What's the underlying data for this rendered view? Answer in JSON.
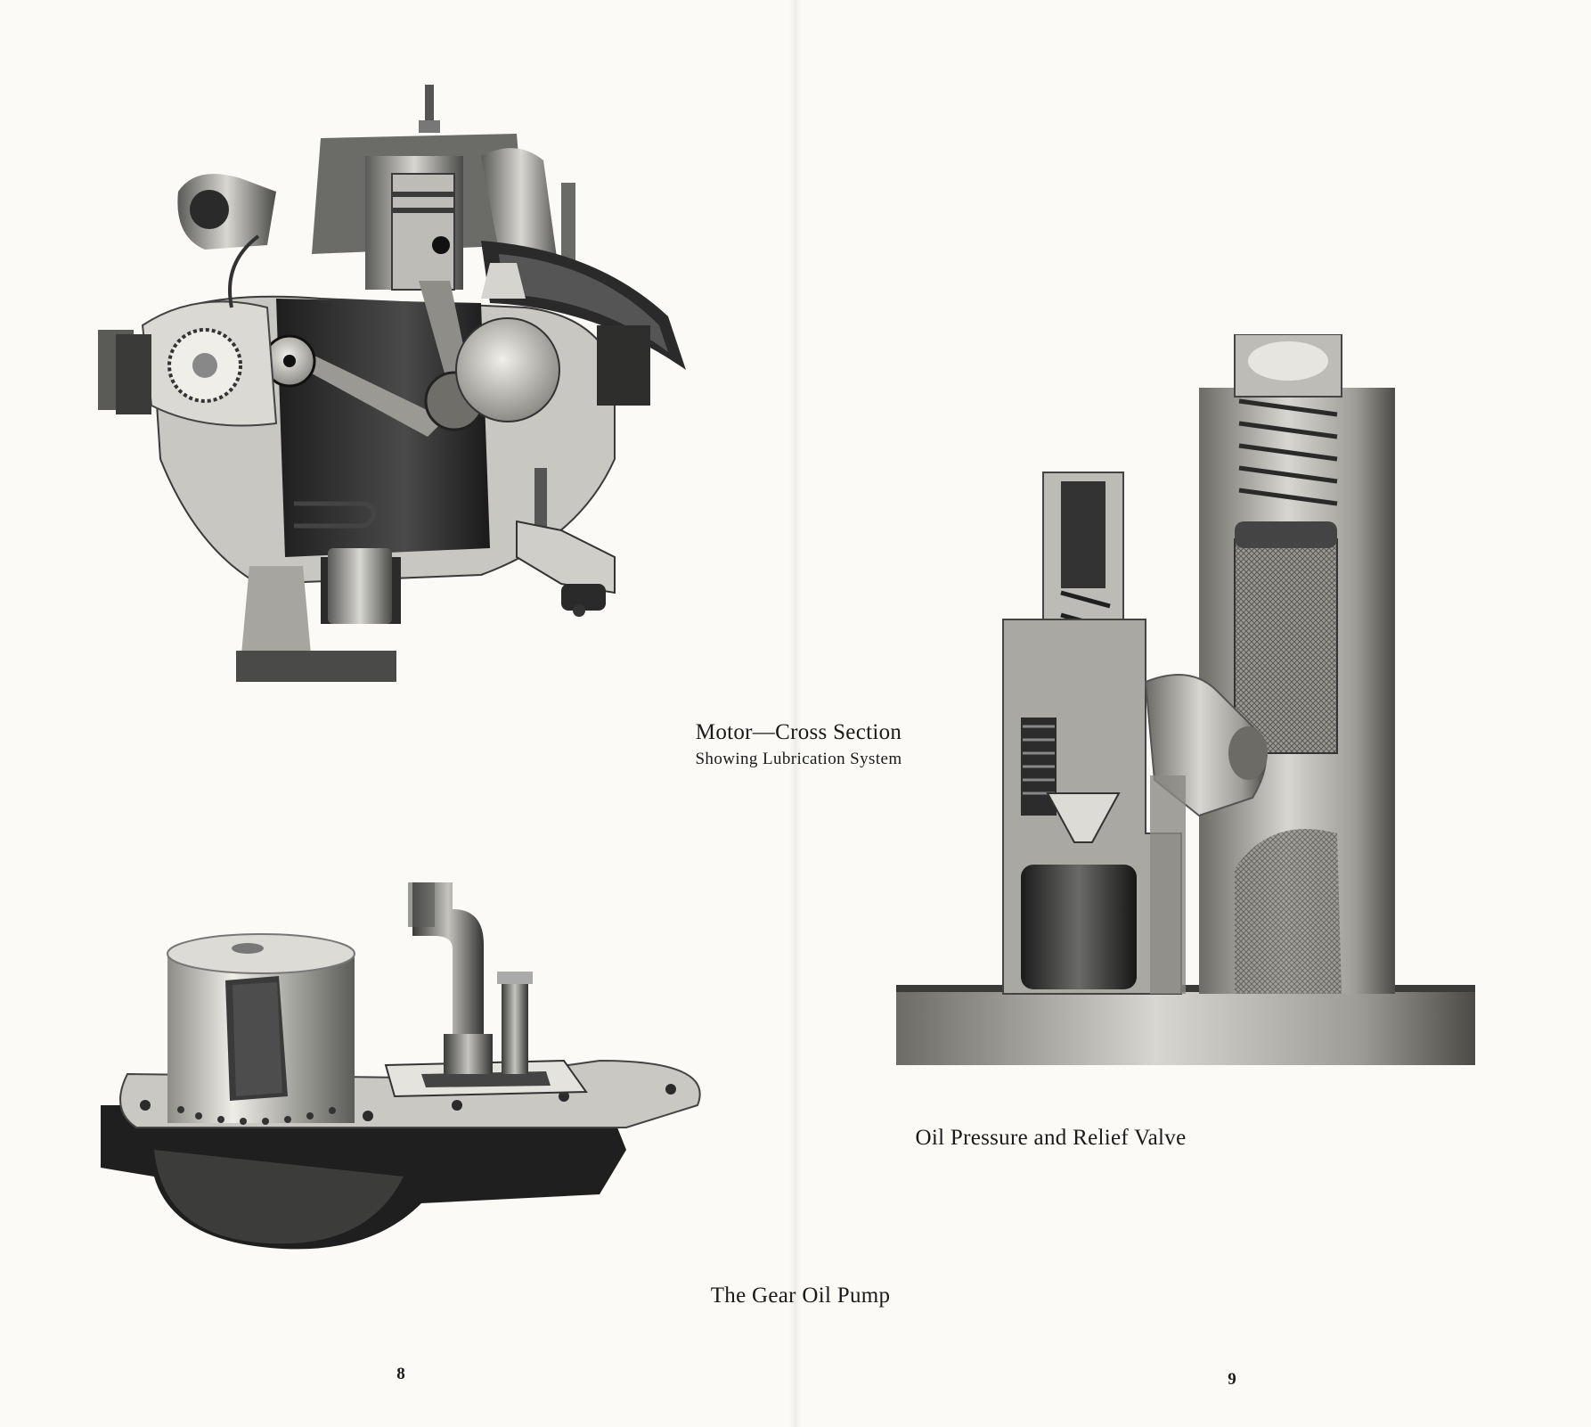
{
  "pages": {
    "left": {
      "figure_motor": {
        "caption": "Motor—Cross Section",
        "subcaption": "Showing Lubrication System"
      },
      "figure_pump": {
        "caption": "The Gear Oil Pump"
      },
      "page_number": "8"
    },
    "right": {
      "figure_valve": {
        "caption": "Oil Pressure and Relief Valve"
      },
      "page_number": "9"
    }
  },
  "colors": {
    "paper": "#fbfaf6",
    "ink": "#1a1a1a",
    "metal_dark": "#2a2a2a",
    "metal_mid": "#8a8a86",
    "metal_light": "#d6d5d0"
  }
}
